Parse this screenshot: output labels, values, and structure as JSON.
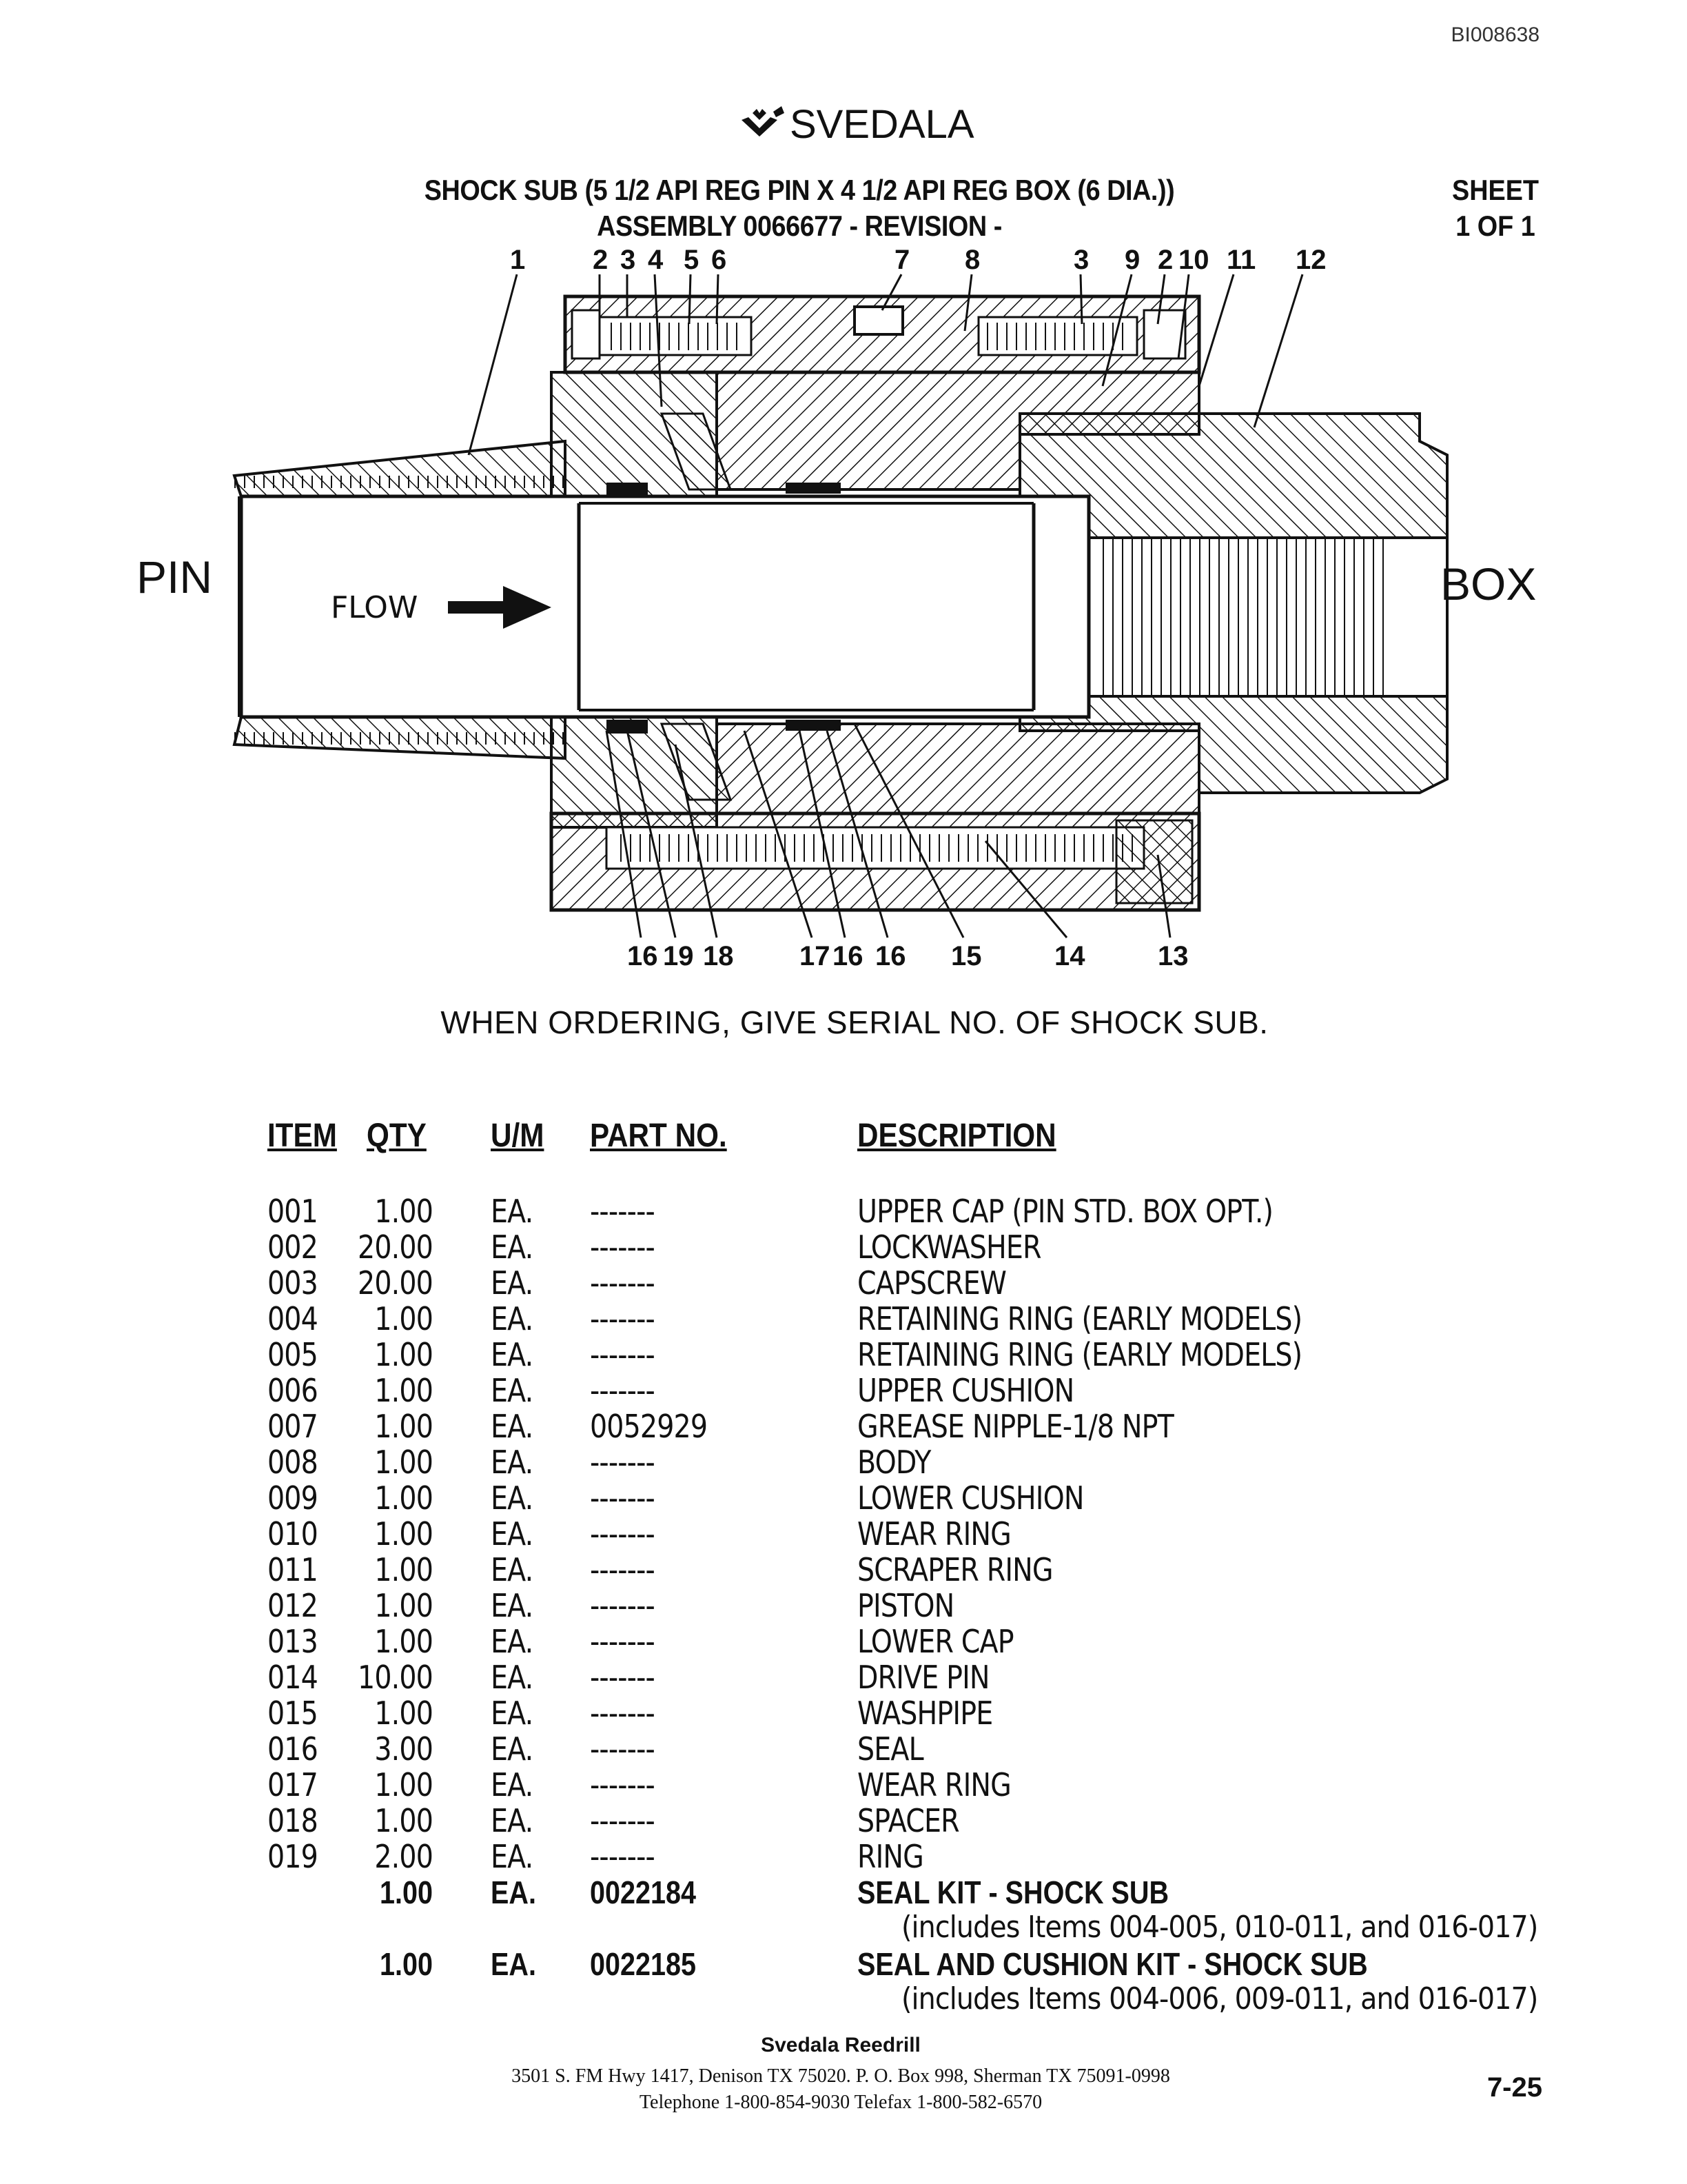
{
  "doc_id": "BI008638",
  "brand": "SVEDALA",
  "title_line1": "SHOCK SUB (5 1/2 API REG PIN X 4 1/2 API REG BOX (6 DIA.))",
  "title_line2": "ASSEMBLY 0066677 - REVISION -",
  "sheet_line1": "SHEET",
  "sheet_line2": "1 OF 1",
  "diagram": {
    "pin_label": "PIN",
    "box_label": "BOX",
    "flow_label": "FLOW",
    "callouts_top": [
      "1",
      "2",
      "3",
      "4",
      "5",
      "6",
      "7",
      "8",
      "3",
      "9",
      "2",
      "10",
      "11",
      "12"
    ],
    "callouts_bottom": [
      "16",
      "19",
      "18",
      "17",
      "16",
      "16",
      "15",
      "14",
      "13"
    ]
  },
  "order_note": "WHEN ORDERING, GIVE SERIAL NO. OF SHOCK SUB.",
  "table": {
    "headers": {
      "item": "ITEM",
      "qty": "QTY",
      "um": "U/M",
      "part": "PART NO.",
      "desc": "DESCRIPTION"
    },
    "rows": [
      {
        "item": "001",
        "qty": "1.00",
        "um": "EA.",
        "part": "-------",
        "desc": "UPPER CAP (PIN STD. BOX OPT.)"
      },
      {
        "item": "002",
        "qty": "20.00",
        "um": "EA.",
        "part": "-------",
        "desc": "LOCKWASHER"
      },
      {
        "item": "003",
        "qty": "20.00",
        "um": "EA.",
        "part": "-------",
        "desc": "CAPSCREW"
      },
      {
        "item": "004",
        "qty": "1.00",
        "um": "EA.",
        "part": "-------",
        "desc": "RETAINING RING (EARLY MODELS)"
      },
      {
        "item": "005",
        "qty": "1.00",
        "um": "EA.",
        "part": "-------",
        "desc": "RETAINING RING (EARLY MODELS)"
      },
      {
        "item": "006",
        "qty": "1.00",
        "um": "EA.",
        "part": "-------",
        "desc": "UPPER CUSHION"
      },
      {
        "item": "007",
        "qty": "1.00",
        "um": "EA.",
        "part": "0052929",
        "desc": "GREASE NIPPLE-1/8 NPT"
      },
      {
        "item": "008",
        "qty": "1.00",
        "um": "EA.",
        "part": "-------",
        "desc": "BODY"
      },
      {
        "item": "009",
        "qty": "1.00",
        "um": "EA.",
        "part": "-------",
        "desc": "LOWER CUSHION"
      },
      {
        "item": "010",
        "qty": "1.00",
        "um": "EA.",
        "part": "-------",
        "desc": "WEAR RING"
      },
      {
        "item": "011",
        "qty": "1.00",
        "um": "EA.",
        "part": "-------",
        "desc": "SCRAPER RING"
      },
      {
        "item": "012",
        "qty": "1.00",
        "um": "EA.",
        "part": "-------",
        "desc": "PISTON"
      },
      {
        "item": "013",
        "qty": "1.00",
        "um": "EA.",
        "part": "-------",
        "desc": "LOWER CAP"
      },
      {
        "item": "014",
        "qty": "10.00",
        "um": "EA.",
        "part": "-------",
        "desc": "DRIVE PIN"
      },
      {
        "item": "015",
        "qty": "1.00",
        "um": "EA.",
        "part": "-------",
        "desc": "WASHPIPE"
      },
      {
        "item": "016",
        "qty": "3.00",
        "um": "EA.",
        "part": "-------",
        "desc": "SEAL"
      },
      {
        "item": "017",
        "qty": "1.00",
        "um": "EA.",
        "part": "-------",
        "desc": "WEAR RING"
      },
      {
        "item": "018",
        "qty": "1.00",
        "um": "EA.",
        "part": "-------",
        "desc": "SPACER"
      },
      {
        "item": "019",
        "qty": "2.00",
        "um": "EA.",
        "part": "-------",
        "desc": "RING"
      }
    ],
    "kits": [
      {
        "qty": "1.00",
        "um": "EA.",
        "part": "0022184",
        "desc": "SEAL KIT - SHOCK SUB",
        "note": "(includes Items 004-005, 010-011, and 016-017)"
      },
      {
        "qty": "1.00",
        "um": "EA.",
        "part": "0022185",
        "desc": "SEAL AND CUSHION KIT - SHOCK SUB",
        "note": "(includes Items 004-006, 009-011, and 016-017)"
      }
    ]
  },
  "footer": {
    "company": "Svedala Reedrill",
    "address": "3501 S. FM Hwy 1417, Denison TX  75020.   P. O. Box 998, Sherman TX  75091-0998",
    "phone": "Telephone 1-800-854-9030 Telefax 1-800-582-6570",
    "page": "7-25"
  }
}
